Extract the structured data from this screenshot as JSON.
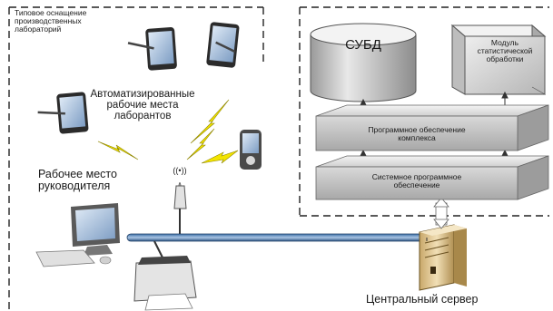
{
  "labels": {
    "lab_equipment": "Типовое оснащение\nпроизводственных\nлабораторий",
    "workstations": "Автоматизированные\nрабочие места\nлаборантов",
    "manager_workstation": "Рабочее место\nруководителя",
    "central_server": "Центральный сервер",
    "dbms": "СУБД",
    "stats_module": "Модуль\nстатистической\nобработки",
    "software_complex": "Программное обеспечение\nкомплекса",
    "system_software": "Системное программное\nобеспечение"
  }
}
